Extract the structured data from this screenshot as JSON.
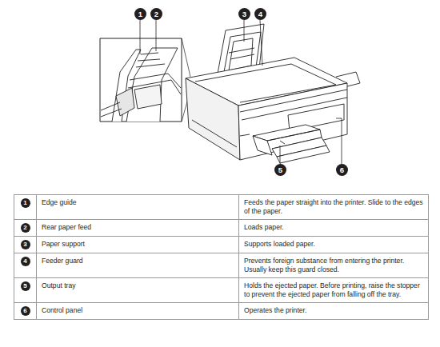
{
  "diagram": {
    "labels": [
      "1",
      "2",
      "3",
      "4",
      "5",
      "6",
      "1",
      "Edge guide",
      "Feeds the paper straight into the printer. Slide to the edges of the paper.",
      "2",
      "Rear paper feed",
      "Loads paper.",
      "3",
      "Paper support",
      "Supports loaded paper.",
      "4",
      "Feeder guard",
      "Prevents foreign substance from entering the printer. Usually keep this guard closed.",
      "5",
      "Output tray",
      "Holds the ejected paper. Before printing, raise the stopper to prevent the ejected paper from falling off the tray.",
      "6",
      "Control panel",
      "Operates the printer."
    ]
  }
}
